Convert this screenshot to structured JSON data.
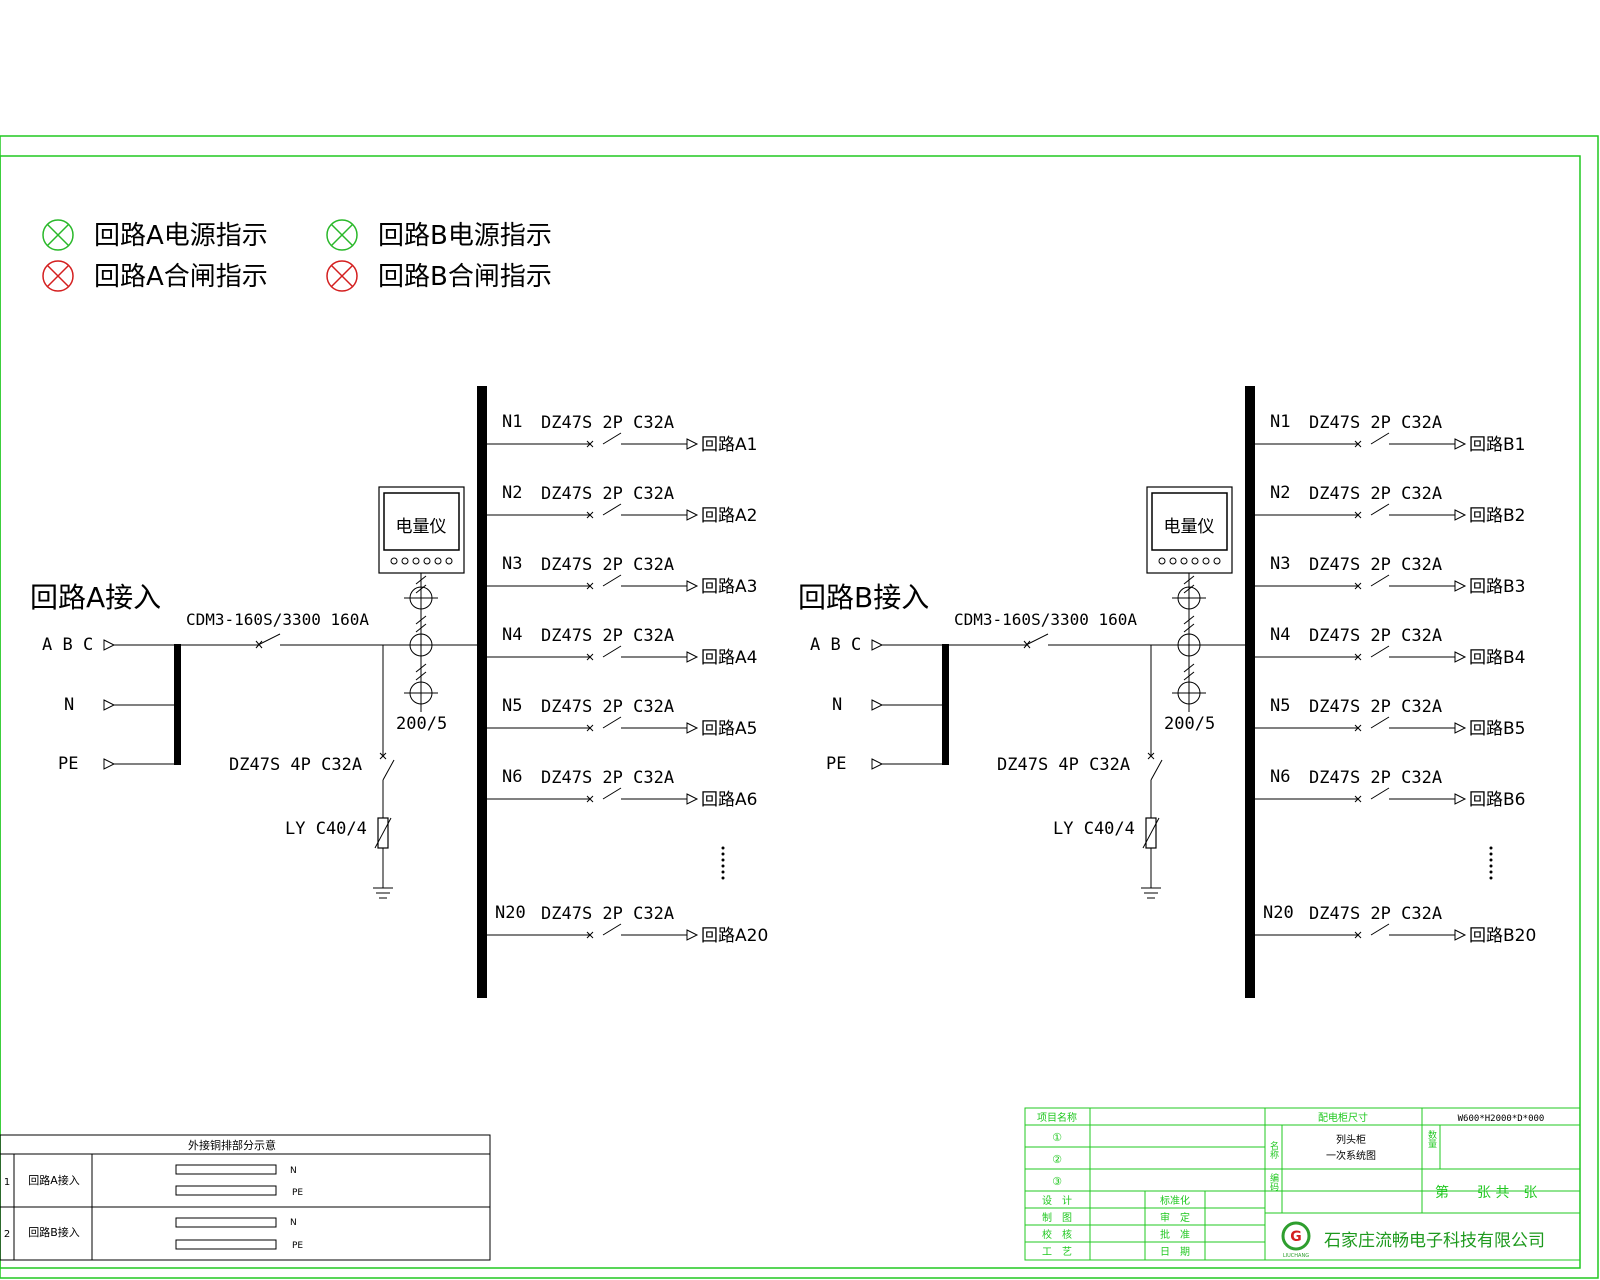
{
  "colors": {
    "frame": "#21c821",
    "line": "#000000",
    "busbar": "#000000",
    "indicator_power": "#29b829",
    "indicator_close": "#d41f1f",
    "logo": "#2e9e2e",
    "company": "#1e9a1e"
  },
  "legend": [
    {
      "label": "回路A电源指示",
      "color": "green"
    },
    {
      "label": "回路B电源指示",
      "color": "green"
    },
    {
      "label": "回路A合闸指示",
      "color": "red"
    },
    {
      "label": "回路B合闸指示",
      "color": "red"
    }
  ],
  "circuits": [
    {
      "title": "回路A接入",
      "phases": [
        "A B C",
        "N",
        "PE"
      ],
      "main_breaker": "CDM3-160S/3300 160A",
      "meter": "电量仪",
      "ct": "200/5",
      "spd_breaker": "DZ47S 4P C32A",
      "spd": "LY C40/4",
      "branches": [
        {
          "id": "N1",
          "breaker": "DZ47S 2P C32A",
          "output": "回路A1"
        },
        {
          "id": "N2",
          "breaker": "DZ47S 2P C32A",
          "output": "回路A2"
        },
        {
          "id": "N3",
          "breaker": "DZ47S 2P C32A",
          "output": "回路A3"
        },
        {
          "id": "N4",
          "breaker": "DZ47S 2P C32A",
          "output": "回路A4"
        },
        {
          "id": "N5",
          "breaker": "DZ47S 2P C32A",
          "output": "回路A5"
        },
        {
          "id": "N6",
          "breaker": "DZ47S 2P C32A",
          "output": "回路A6"
        },
        {
          "id": "N20",
          "breaker": "DZ47S 2P C32A",
          "output": "回路A20"
        }
      ]
    },
    {
      "title": "回路B接入",
      "phases": [
        "A B C",
        "N",
        "PE"
      ],
      "main_breaker": "CDM3-160S/3300 160A",
      "meter": "电量仪",
      "ct": "200/5",
      "spd_breaker": "DZ47S 4P C32A",
      "spd": "LY C40/4",
      "branches": [
        {
          "id": "N1",
          "breaker": "DZ47S 2P C32A",
          "output": "回路B1"
        },
        {
          "id": "N2",
          "breaker": "DZ47S 2P C32A",
          "output": "回路B2"
        },
        {
          "id": "N3",
          "breaker": "DZ47S 2P C32A",
          "output": "回路B3"
        },
        {
          "id": "N4",
          "breaker": "DZ47S 2P C32A",
          "output": "回路B4"
        },
        {
          "id": "N5",
          "breaker": "DZ47S 2P C32A",
          "output": "回路B5"
        },
        {
          "id": "N6",
          "breaker": "DZ47S 2P C32A",
          "output": "回路B6"
        },
        {
          "id": "N20",
          "breaker": "DZ47S 2P C32A",
          "output": "回路B20"
        }
      ]
    }
  ],
  "copper_table": {
    "title": "外接铜排部分示意",
    "rows": [
      {
        "no": "1",
        "name": "回路A接入",
        "bars": [
          "N",
          "PE"
        ]
      },
      {
        "no": "2",
        "name": "回路B接入",
        "bars": [
          "N",
          "PE"
        ]
      }
    ]
  },
  "title_block": {
    "project_label": "项目名称",
    "rows": [
      "①",
      "②",
      "③"
    ],
    "roles_left": [
      "设　计",
      "制　图",
      "校　核",
      "工　艺"
    ],
    "roles_right": [
      "标准化",
      "审　定",
      "批　准",
      "日　期"
    ],
    "cabinet_size_label": "配电柜尺寸",
    "cabinet_size_value": "W600*H2000*D*000",
    "name_label": "名称",
    "name_value_1": "列头柜",
    "name_value_2": "一次系统图",
    "quantity_label": "数量",
    "code_label": "编码",
    "sheet": "第　　张 共　张",
    "company": "石家庄流畅电子科技有限公司",
    "logo_text": "LIUCHANG"
  }
}
